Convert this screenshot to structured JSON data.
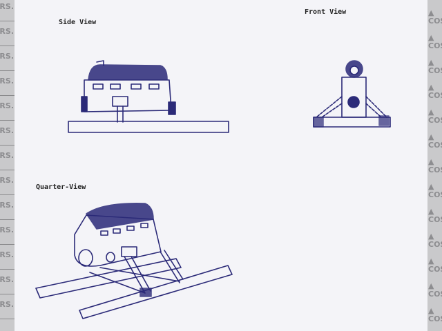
{
  "labels": {
    "side_view": "Side View",
    "front_view": "Front View",
    "quarter_view": "Quarter-View"
  },
  "watermark": {
    "left_text": "DERS.",
    "right_text": "COST"
  },
  "colors": {
    "ink": "#2b2a78",
    "paper": "#f4f4f8",
    "watermark_strip": "#c9c9cb"
  }
}
